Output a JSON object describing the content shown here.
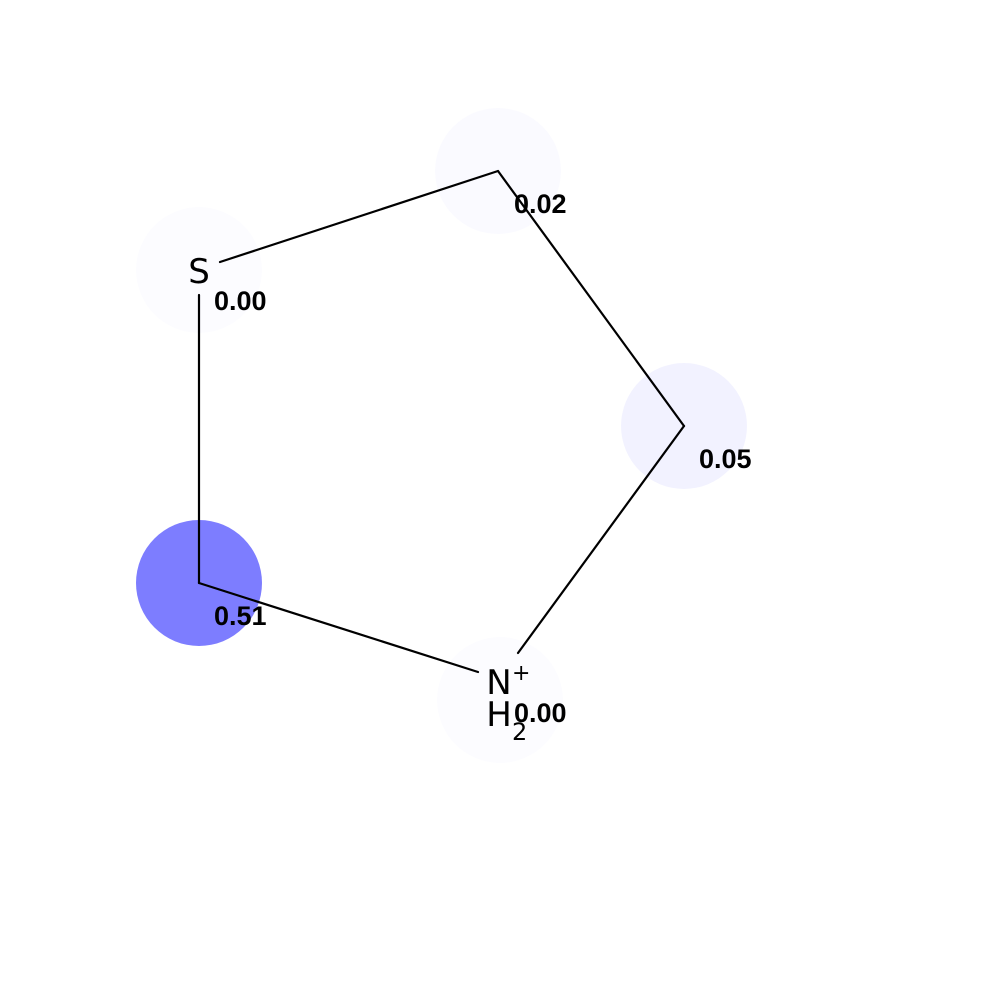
{
  "molecule": {
    "highlight_color": "#0000ff",
    "atoms": [
      {
        "id": "c1",
        "symbol": "",
        "value": "0.02",
        "weight": 0.02
      },
      {
        "id": "c2",
        "symbol": "",
        "value": "0.05",
        "weight": 0.05
      },
      {
        "id": "n1",
        "symbol": "N",
        "charge": "+",
        "hydrogens": "H",
        "h_count": "2",
        "value": "0.00",
        "weight": 0.0
      },
      {
        "id": "c3",
        "symbol": "",
        "value": "0.51",
        "weight": 0.51
      },
      {
        "id": "s1",
        "symbol": "S",
        "value": "0.00",
        "weight": 0.0
      }
    ]
  }
}
